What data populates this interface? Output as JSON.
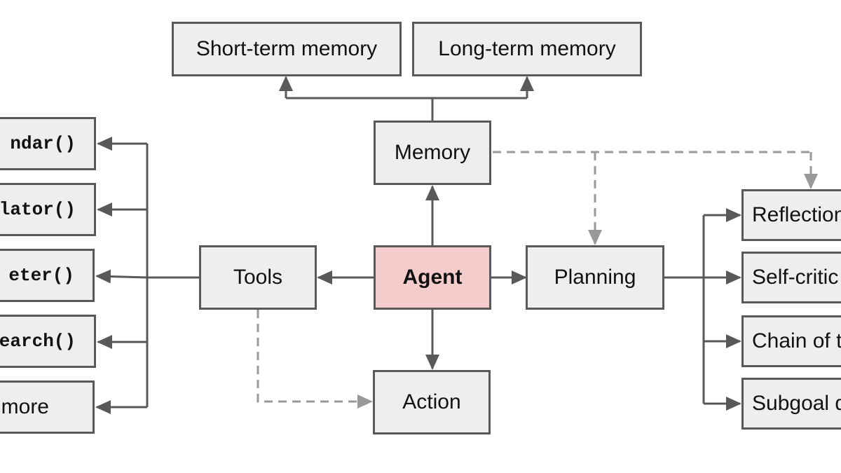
{
  "nodes": {
    "short_term_memory": "Short-term memory",
    "long_term_memory": "Long-term memory",
    "memory": "Memory",
    "agent": "Agent",
    "tools": "Tools",
    "planning": "Planning",
    "action": "Action"
  },
  "tool_items": [
    "ndar()",
    "lator()",
    "eter()",
    "earch()",
    "more"
  ],
  "planning_items": [
    "Reflection",
    "Self-critic",
    "Chain of t",
    "Subgoal d"
  ],
  "colors": {
    "box_fill": "#eeeeee",
    "box_border": "#595959",
    "agent_fill": "#f4cccc",
    "solid_arrow": "#595959",
    "dashed_arrow": "#999999"
  }
}
